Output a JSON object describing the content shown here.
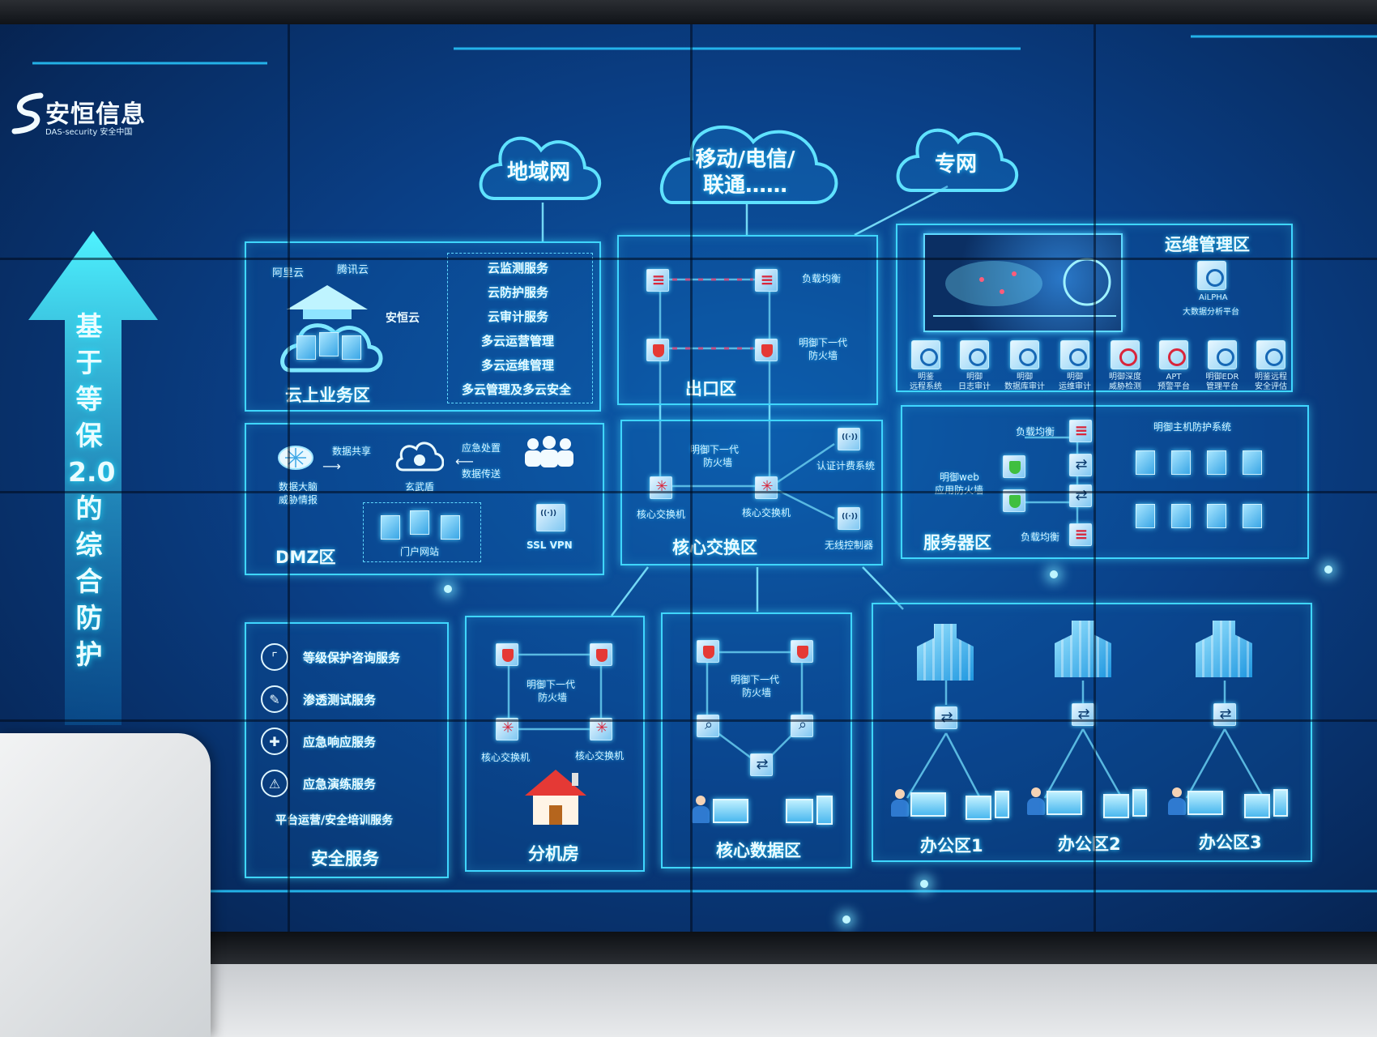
{
  "brand": {
    "name": "安恒信息",
    "tagline": "DAS-security 安全中国"
  },
  "side_banner": {
    "text": "基于等保2.0的综合防护"
  },
  "clouds": {
    "regional": "地域网",
    "carrier_line1": "移动/电信/",
    "carrier_line2": "联通……",
    "private": "专网"
  },
  "cloud_zone": {
    "label": "云上业务区",
    "providers": [
      "阿里云",
      "腾讯云"
    ],
    "anheng_cloud": "安恒云",
    "services": [
      "云监测服务",
      "云防护服务",
      "云审计服务",
      "多云运营管理",
      "多云运维管理",
      "多云管理及多云安全"
    ]
  },
  "exit_zone": {
    "label": "出口区",
    "load_balance": "负载均衡",
    "firewall_line1": "明御下一代",
    "firewall_line2": "防火墙"
  },
  "ops_zone": {
    "label": "运维管理区",
    "platform_name": "AiLPHA",
    "platform_desc": "大数据分析平台",
    "tools": [
      {
        "line1": "明鉴",
        "line2": "远程系统"
      },
      {
        "line1": "明御",
        "line2": "日志审计"
      },
      {
        "line1": "明御",
        "line2": "数据库审计"
      },
      {
        "line1": "明御",
        "line2": "运维审计"
      },
      {
        "line1": "明御深度",
        "line2": "威胁检测"
      },
      {
        "line1": "APT",
        "line2": "预警平台"
      },
      {
        "line1": "明御EDR",
        "line2": "管理平台"
      },
      {
        "line1": "明鉴远程",
        "line2": "安全评估"
      }
    ]
  },
  "dmz_zone": {
    "label": "DMZ区",
    "threat_intel_line1": "数据大脑",
    "threat_intel_line2": "威胁情报",
    "data_share": "数据共享",
    "emergency": "应急处置",
    "data_transfer": "数据传送",
    "xuanwu": "玄武盾",
    "portal": "门户网站",
    "ssl_vpn": "SSL VPN"
  },
  "core_switch_zone": {
    "label": "核心交换区",
    "firewall_line1": "明御下一代",
    "firewall_line2": "防火墙",
    "core_switch": "核心交换机",
    "auth_billing": "认证计费系统",
    "wireless_ctrl": "无线控制器"
  },
  "server_zone": {
    "label": "服务器区",
    "load_balance": "负载均衡",
    "waf_line1": "明御web",
    "waf_line2": "应用防火墙",
    "host_protect": "明御主机防护系统"
  },
  "security_services": {
    "label": "安全服务",
    "items": [
      "等级保护咨询服务",
      "渗透测试服务",
      "应急响应服务",
      "应急演练服务"
    ],
    "platform": "平台运营/安全培训服务"
  },
  "branch_zone": {
    "label": "分机房",
    "firewall_line1": "明御下一代",
    "firewall_line2": "防火墙",
    "core_switch": "核心交换机"
  },
  "core_data_zone": {
    "label": "核心数据区",
    "firewall_line1": "明御下一代",
    "firewall_line2": "防火墙"
  },
  "office_zones": [
    "办公区1",
    "办公区2",
    "办公区3"
  ],
  "colors": {
    "accent": "#3fd6ff",
    "background": "#0a3f86",
    "alert": "#e53935"
  }
}
